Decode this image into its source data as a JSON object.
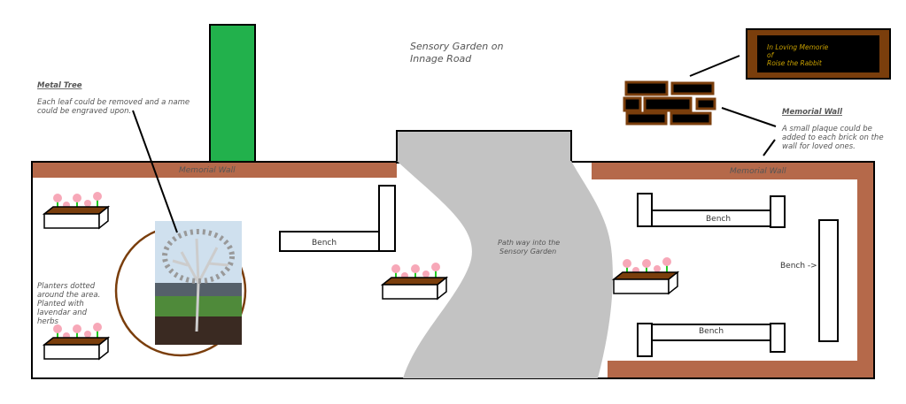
{
  "title": "Sensory Garden on Innage Road",
  "title_lines": [
    "Sensory Garden on",
    "Innage Road"
  ],
  "metal_tree": {
    "heading": "Metal Tree",
    "lines": [
      "Each leaf could be removed and a name",
      "could be engraved upon."
    ]
  },
  "memorial_wall_note": {
    "heading": "Memorial Wall",
    "lines": [
      "A small plaque could be",
      "added to each brick on the",
      "wall for loved ones."
    ]
  },
  "plaque": {
    "lines": [
      "In Loving Memorie",
      "of",
      "Roise the Rabbit"
    ]
  },
  "wall_labels": [
    "Memorial Wall",
    "Memorial Wall"
  ],
  "path_lines": [
    "Path way into the",
    "Sensory Garden"
  ],
  "benches": [
    "Bench",
    "Bench",
    "Bench",
    "Bench ->"
  ],
  "planters_note": [
    "Planters dotted",
    "around the area.",
    "Planted with",
    "lavendar and",
    "herbs"
  ],
  "colors": {
    "wall": "#b5694a",
    "green": "#22b14c",
    "path": "#c3c3c3",
    "soil": "#7a3e0c",
    "plaque_text": "#c8a000"
  }
}
